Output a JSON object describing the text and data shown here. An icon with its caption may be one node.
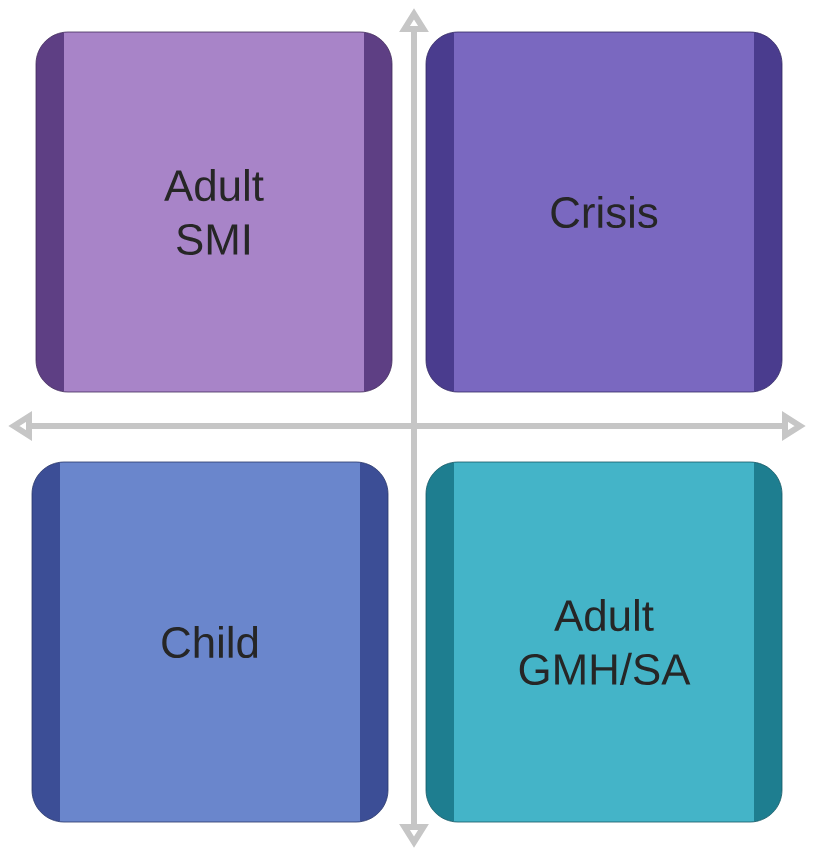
{
  "diagram": {
    "nodes": [
      {
        "text": [
          "Adult SMI"
        ]
      },
      {
        "text": [
          "Crisis"
        ]
      },
      {
        "text": [
          "Child"
        ]
      },
      {
        "text": [
          "Adult GMH/SA"
        ]
      }
    ]
  }
}
